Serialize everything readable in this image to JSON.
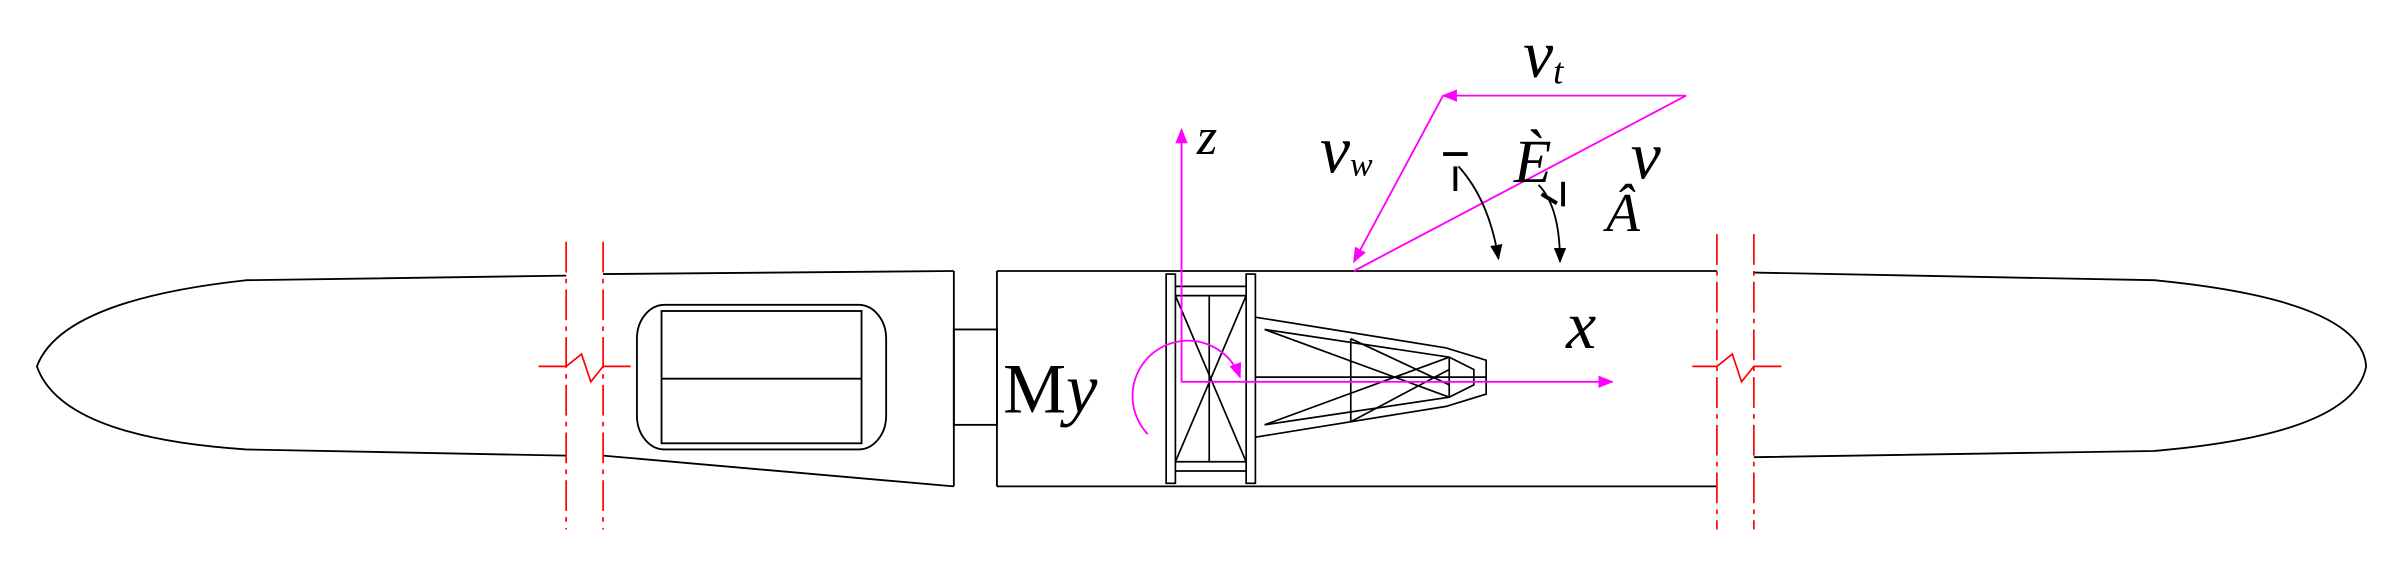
{
  "diagram": {
    "labels": {
      "vt_main": "v",
      "vt_sub": "t",
      "vw_main": "v",
      "vw_sub": "w",
      "z": "z",
      "x": "x",
      "theta": "È",
      "v": "v",
      "alpha": "Â",
      "my_main": "M",
      "my_sub": "y"
    },
    "colors": {
      "outline": "#000000",
      "vector": "#ff00ff",
      "break_line": "#ff0000"
    }
  }
}
